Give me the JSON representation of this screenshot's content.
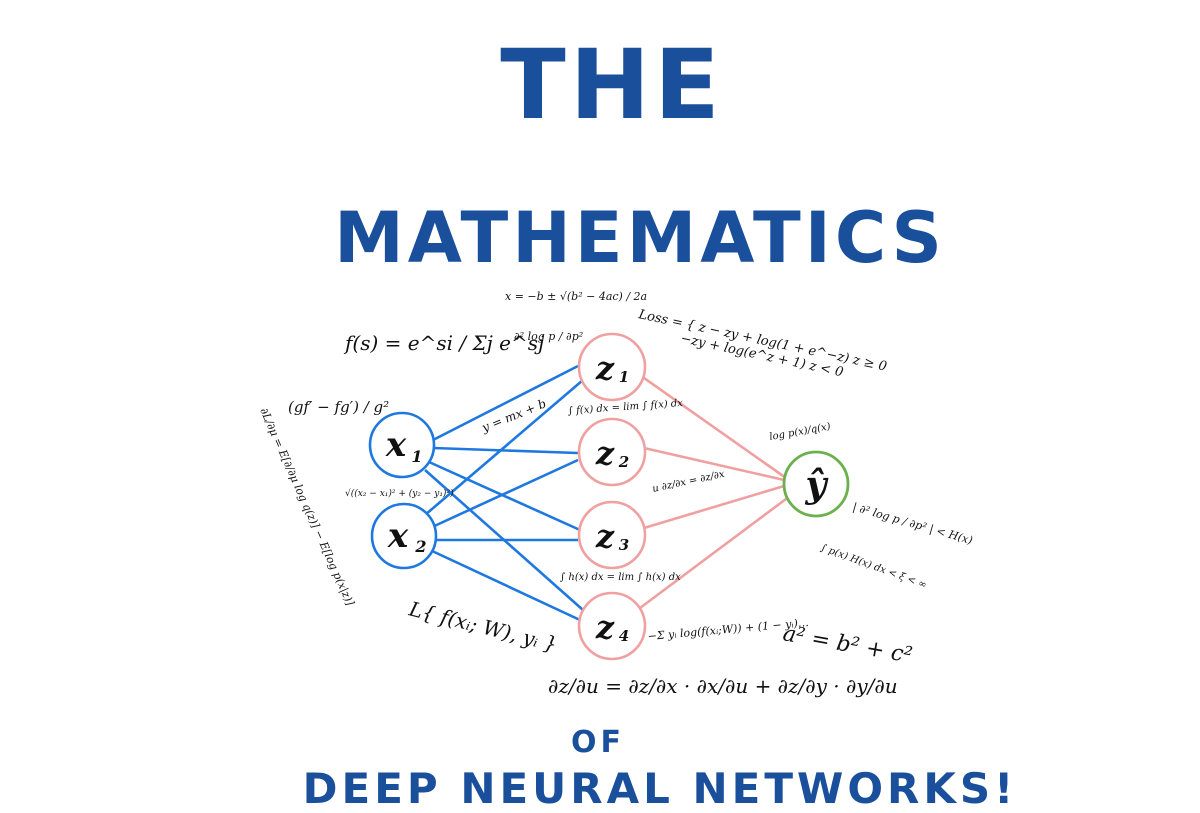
{
  "title": {
    "line1": "THE",
    "line2": "MATHEMATICS",
    "line3": "OF",
    "line4": "DEEP NEURAL NETWORKS!"
  },
  "colors": {
    "title": "#1a4f9c",
    "input_edges": "#1e78e0",
    "output_edges": "#f0a0a0",
    "output_node": "#6ab04c",
    "text": "#111111"
  },
  "nodes": {
    "inputs": [
      {
        "label": "x",
        "sub": "1"
      },
      {
        "label": "x",
        "sub": "2"
      }
    ],
    "hidden": [
      {
        "label": "z",
        "sub": "1"
      },
      {
        "label": "z",
        "sub": "2"
      },
      {
        "label": "z",
        "sub": "3"
      },
      {
        "label": "z",
        "sub": "4"
      }
    ],
    "output": {
      "label": "ŷ"
    }
  },
  "formulas": {
    "softmax": "f(s) = e^si / Σj e^sj",
    "quadratic": "x = −b ± √(b² − 4ac) / 2a",
    "quotient_rule": "(gf′ − fg′) / g²",
    "loss_line1": "Loss = { z − zy + log(1 + e^−z)   z ≥ 0",
    "loss_line2": "−zy + log(e^z + 1)   z < 0",
    "log_deriv": "∂² log p / ∂p²",
    "linear": "y = mx + b",
    "limit_integral": "∫ f(x) dx = lim ∫ f(x) dx",
    "distance": "√((x₂ − x₁)² + (y₂ − y₁)²)",
    "kl_left": "∂L/∂μ = E[∂/∂μ log q(z)] − E[log p(x|z)]",
    "u_deriv": "u ∂z/∂x = ∂z/∂x",
    "log_ratio": "log p(x)/q(x)",
    "abs_log": "| ∂² log p / ∂p² | < H(x)",
    "integral_right": "∫ p(x) H(x) dx < ξ < ∞",
    "integral_mid": "∫ h(x) dx = lim ∫ h(x) dx",
    "cross_entropy": "−Σ yᵢ log(f(xᵢ;W)) + (1 − yᵢ)…",
    "pythagoras": "a² = b² + c²",
    "loss_func": "L{ f(xᵢ; W), yᵢ }",
    "chain_rule": "∂z/∂u = ∂z/∂x · ∂x/∂u + ∂z/∂y · ∂y/∂u"
  }
}
